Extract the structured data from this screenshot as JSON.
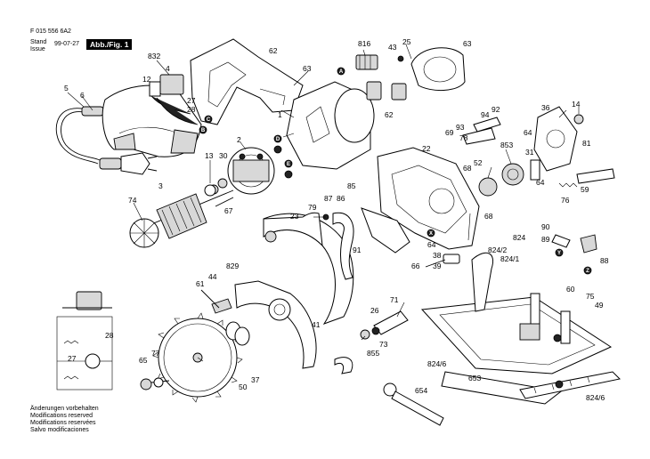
{
  "header": {
    "doc_number": "F 015 556 6A2",
    "stand_label": "Stand",
    "issue_label": "Issue",
    "date": "99-07-27",
    "figure_label": "Abb./Fig. 1"
  },
  "notes": [
    "Änderungen vorbehalten",
    "Modifications reserved",
    "Modifications reservées",
    "Salvo modificaciones"
  ],
  "callout_letters": [
    "A",
    "B",
    "C",
    "D",
    "E",
    "X",
    "Y",
    "Z"
  ],
  "part_numbers": {
    "p832": "832",
    "p62a": "62",
    "p816": "816",
    "p43": "43",
    "p25": "25",
    "p63a": "63",
    "p5": "5",
    "p6": "6",
    "p4": "4",
    "p12": "12",
    "p27a": "27",
    "p28a": "28",
    "p63b": "63",
    "p1": "1",
    "p62b": "62",
    "p93": "93",
    "p94": "94",
    "p92": "92",
    "p36": "36",
    "p14": "14",
    "p78": "78",
    "p69": "69",
    "p22": "22",
    "p853": "853",
    "p64a": "64",
    "p31": "31",
    "p2": "2",
    "p13": "13",
    "p30": "30",
    "p52": "52",
    "p81": "81",
    "p68a": "68",
    "p64b": "64",
    "p3": "3",
    "p67": "67",
    "p74": "74",
    "p85": "85",
    "p87": "87",
    "p76": "76",
    "p59": "59",
    "p79": "79",
    "p86": "86",
    "p68b": "68",
    "p23": "23",
    "p90": "90",
    "p89": "89",
    "p91": "91",
    "p64c": "64",
    "p38": "38",
    "p824": "824",
    "p8242": "824/2",
    "p8241": "824/1",
    "p39": "39",
    "p88": "88",
    "p66": "66",
    "p829": "829",
    "p61": "61",
    "p44": "44",
    "p60": "60",
    "p75": "75",
    "p49": "49",
    "p71": "71",
    "p26": "26",
    "p41": "41",
    "p73": "73",
    "p855": "855",
    "p28b": "28",
    "p27b": "27",
    "p77": "77",
    "p65": "65",
    "p50": "50",
    "p37": "37",
    "p8246a": "824/6",
    "p653": "653",
    "p654": "654",
    "p8246b": "824/6"
  }
}
